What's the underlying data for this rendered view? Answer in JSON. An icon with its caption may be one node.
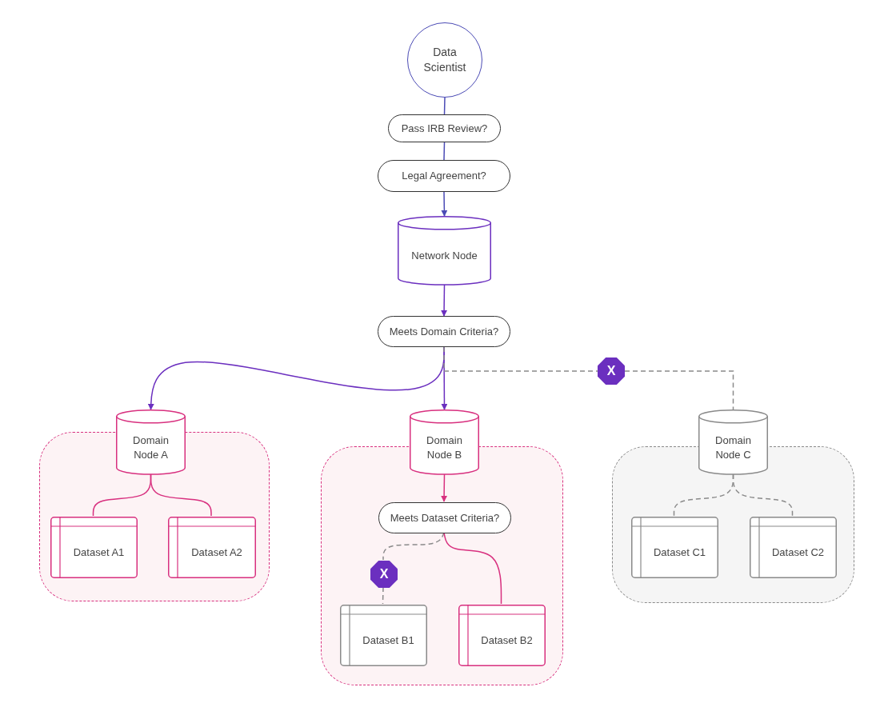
{
  "diagram": {
    "nodes": [
      {
        "text": [
          "Data Scientist"
        ]
      },
      {
        "text": [
          "Pass IRB Review?"
        ]
      },
      {
        "text": [
          "Legal Agreement?"
        ]
      },
      {
        "text": [
          "Network Node"
        ]
      },
      {
        "text": [
          "Meets Domain Criteria?"
        ]
      },
      {
        "text": [
          "X"
        ]
      },
      {
        "text": [],
        "shape": "box"
      },
      {
        "text": [
          "Domain Node A"
        ]
      },
      {
        "text": [
          "Dataset A1"
        ],
        "in": 6
      },
      {
        "text": [
          "Dataset A2"
        ],
        "in": 6
      },
      {
        "text": [],
        "shape": "box"
      },
      {
        "text": [
          "Domain Node B"
        ]
      },
      {
        "text": [
          "Meets Dataset Criteria?"
        ],
        "in": 10
      },
      {
        "text": [
          "X"
        ],
        "in": 10
      },
      {
        "text": [
          "Dataset B1"
        ],
        "in": 10
      },
      {
        "text": [
          "Dataset B2"
        ],
        "in": 10
      },
      {
        "text": [],
        "shape": "box"
      },
      {
        "text": [
          "Domain Node C"
        ]
      },
      {
        "text": [
          "Dataset C1"
        ],
        "in": 16
      },
      {
        "text": [
          "Dataset C2"
        ],
        "in": 16
      }
    ],
    "edges": [
      {
        "from": 0,
        "to": 1,
        "arrow": "none",
        "color": "#4b4bb5"
      },
      {
        "from": 1,
        "to": 2,
        "arrow": "none",
        "color": "#4b4bb5"
      },
      {
        "from": 2,
        "to": 3,
        "arrow": "to",
        "color": "#4b4bb5"
      },
      {
        "from": 3,
        "to": 4,
        "arrow": "to",
        "color": "#6b2fbf"
      },
      {
        "from": 4,
        "to": 7,
        "arrow": "to",
        "color": "#6b2fbf"
      },
      {
        "from": 4,
        "to": 11,
        "arrow": "to",
        "color": "#6b2fbf"
      },
      {
        "from": 4,
        "to": 5,
        "arrow": "none",
        "style": "dashed",
        "color": "#8a8a8a"
      },
      {
        "from": 5,
        "to": 17,
        "arrow": "none",
        "style": "dashed",
        "color": "#8a8a8a"
      },
      {
        "from": 7,
        "to": 8,
        "arrow": "none",
        "color": "#d8307f"
      },
      {
        "from": 7,
        "to": 9,
        "arrow": "none",
        "color": "#d8307f"
      },
      {
        "from": 11,
        "to": 12,
        "arrow": "to",
        "color": "#d8307f"
      },
      {
        "from": 12,
        "to": 13,
        "arrow": "none",
        "style": "dashed",
        "color": "#8a8a8a"
      },
      {
        "from": 13,
        "to": 14,
        "arrow": "none",
        "style": "dashed",
        "color": "#8a8a8a"
      },
      {
        "from": 12,
        "to": 15,
        "arrow": "none",
        "color": "#d8307f"
      },
      {
        "from": 17,
        "to": 18,
        "arrow": "none",
        "style": "dashed",
        "color": "#8a8a8a"
      },
      {
        "from": 17,
        "to": 19,
        "arrow": "none",
        "style": "dashed",
        "color": "#8a8a8a"
      }
    ]
  }
}
